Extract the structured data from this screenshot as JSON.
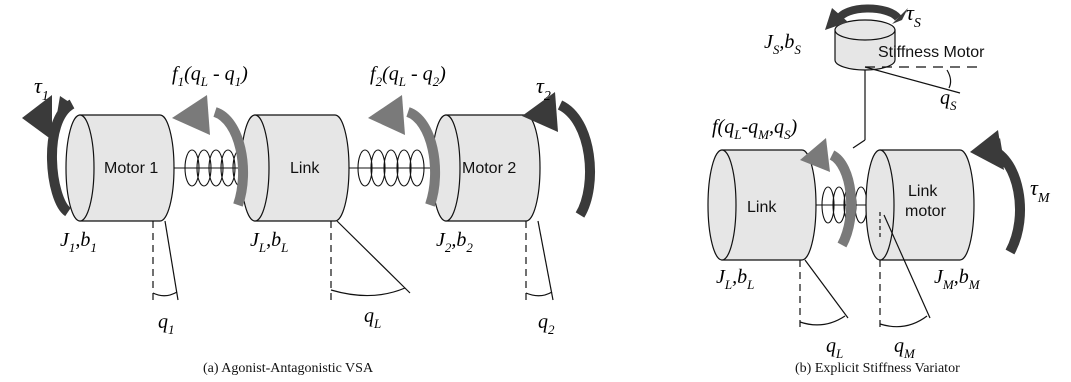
{
  "panel_a": {
    "caption": "(a) Agonist-Antagonistic VSA",
    "motor1_label": "Motor 1",
    "link_label": "Link",
    "motor2_label": "Motor 2",
    "tau1": {
      "base": "τ",
      "sub": "1"
    },
    "tau2": {
      "base": "τ",
      "sub": "2"
    },
    "spring1": {
      "f": "f",
      "fsub": "1",
      "open": "(q",
      "sub1": "L",
      "mid": " - q",
      "sub2": "1",
      "close": ")"
    },
    "spring2": {
      "f": "f",
      "fsub": "2",
      "open": "(q",
      "sub1": "L",
      "mid": " - q",
      "sub2": "2",
      "close": ")"
    },
    "j1": {
      "j": "J",
      "jsub": "1",
      "b": ",b",
      "bsub": "1"
    },
    "jl": {
      "j": "J",
      "jsub": "L",
      "b": ",b",
      "bsub": "L"
    },
    "j2": {
      "j": "J",
      "jsub": "2",
      "b": ",b",
      "bsub": "2"
    },
    "q1": {
      "base": "q",
      "sub": "1"
    },
    "ql": {
      "base": "q",
      "sub": "L"
    },
    "q2": {
      "base": "q",
      "sub": "2"
    }
  },
  "panel_b": {
    "caption": "(b) Explicit Stiffness Variator",
    "stiffness_motor_label": "Stiffness Motor",
    "link_label": "Link",
    "link_motor_line1": "Link",
    "link_motor_line2": "motor",
    "tau_s": {
      "base": "τ",
      "sub": "S"
    },
    "tau_m": {
      "base": "τ",
      "sub": "M"
    },
    "js": {
      "j": "J",
      "jsub": "S",
      "b": ",b",
      "bsub": "S"
    },
    "jl": {
      "j": "J",
      "jsub": "L",
      "b": ",b",
      "bsub": "L"
    },
    "jm": {
      "j": "J",
      "jsub": "M",
      "b": ",b",
      "bsub": "M"
    },
    "spring": {
      "f": "f(q",
      "s1": "L",
      "m1": "-q",
      "s2": "M",
      "m2": ",q",
      "s3": "S",
      "close": ")"
    },
    "qs": {
      "base": "q",
      "sub": "S"
    },
    "ql": {
      "base": "q",
      "sub": "L"
    },
    "qm": {
      "base": "q",
      "sub": "M"
    }
  },
  "colors": {
    "cylinder_fill": "#e6e6e6",
    "dark_arrow": "#3a3a3a",
    "grey_arrow": "#7a7a7a",
    "stroke": "#111111"
  }
}
